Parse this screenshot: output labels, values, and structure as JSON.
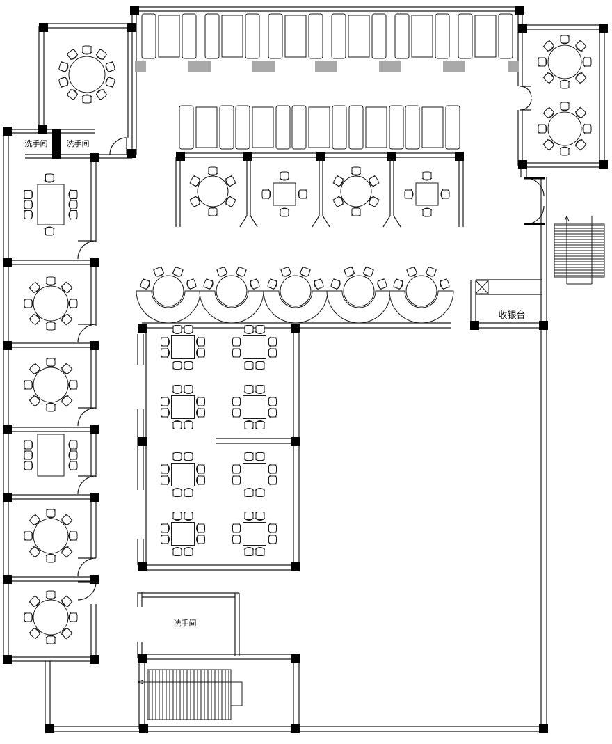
{
  "labels": {
    "restroom_upper_left": "洗手间",
    "restroom_upper_right": "洗手间",
    "restroom_center": "洗手间",
    "cashier": "收银台"
  },
  "colors": {
    "line": "#1a1a1a",
    "fill": "#ffffff",
    "column": "#000000",
    "shade": "#a8a8a8"
  }
}
